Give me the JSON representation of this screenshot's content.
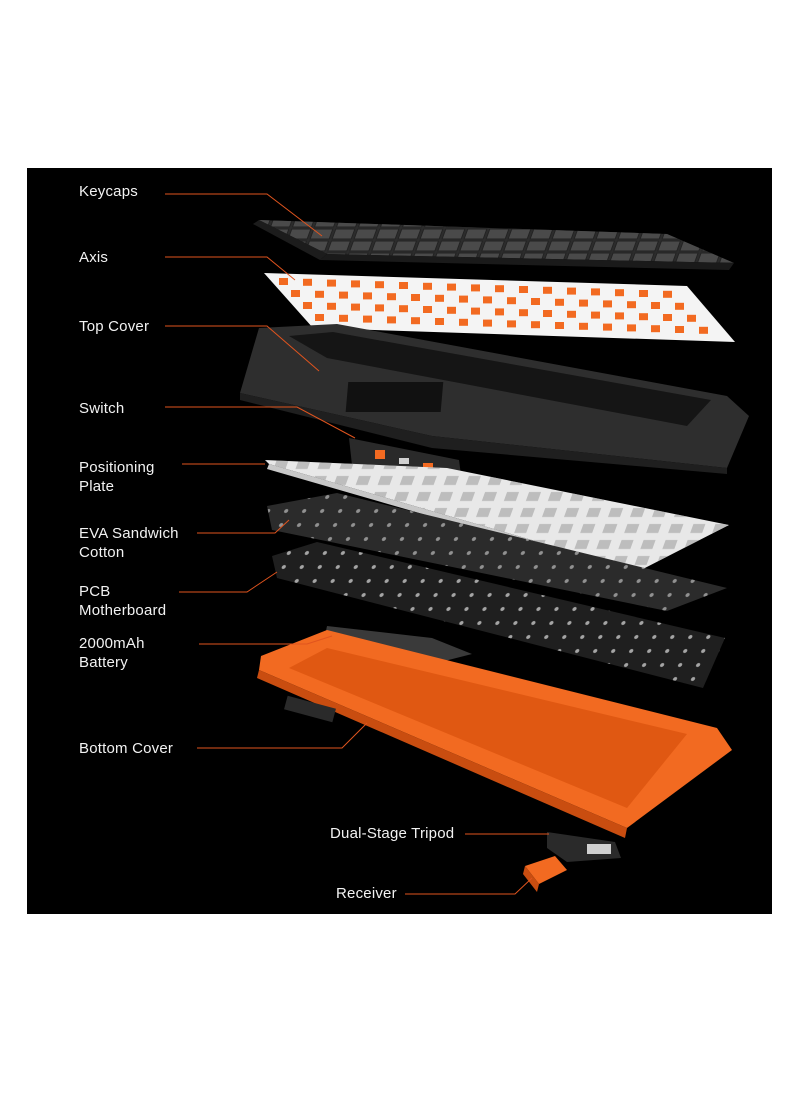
{
  "colors": {
    "background": "#000000",
    "label_text": "#f2f2f2",
    "leader_line": "#e0541e",
    "accent_orange": "#f26a21",
    "dark_plastic": "#3a3a3a",
    "plate_white": "#e8e8e8"
  },
  "diagram": {
    "labels": [
      {
        "id": "keycaps",
        "text": "Keycaps"
      },
      {
        "id": "axis",
        "text": "Axis"
      },
      {
        "id": "top-cover",
        "text": "Top Cover"
      },
      {
        "id": "switch",
        "text": "Switch"
      },
      {
        "id": "positioning-plate",
        "text": "Positioning\nPlate"
      },
      {
        "id": "eva-sandwich-cotton",
        "text": "EVA Sandwich\nCotton"
      },
      {
        "id": "pcb-motherboard",
        "text": "PCB\nMotherboard"
      },
      {
        "id": "battery",
        "text": "2000mAh\nBattery"
      },
      {
        "id": "bottom-cover",
        "text": "Bottom Cover"
      },
      {
        "id": "dual-stage-tripod",
        "text": "Dual-Stage Tripod"
      },
      {
        "id": "receiver",
        "text": "Receiver"
      }
    ]
  }
}
